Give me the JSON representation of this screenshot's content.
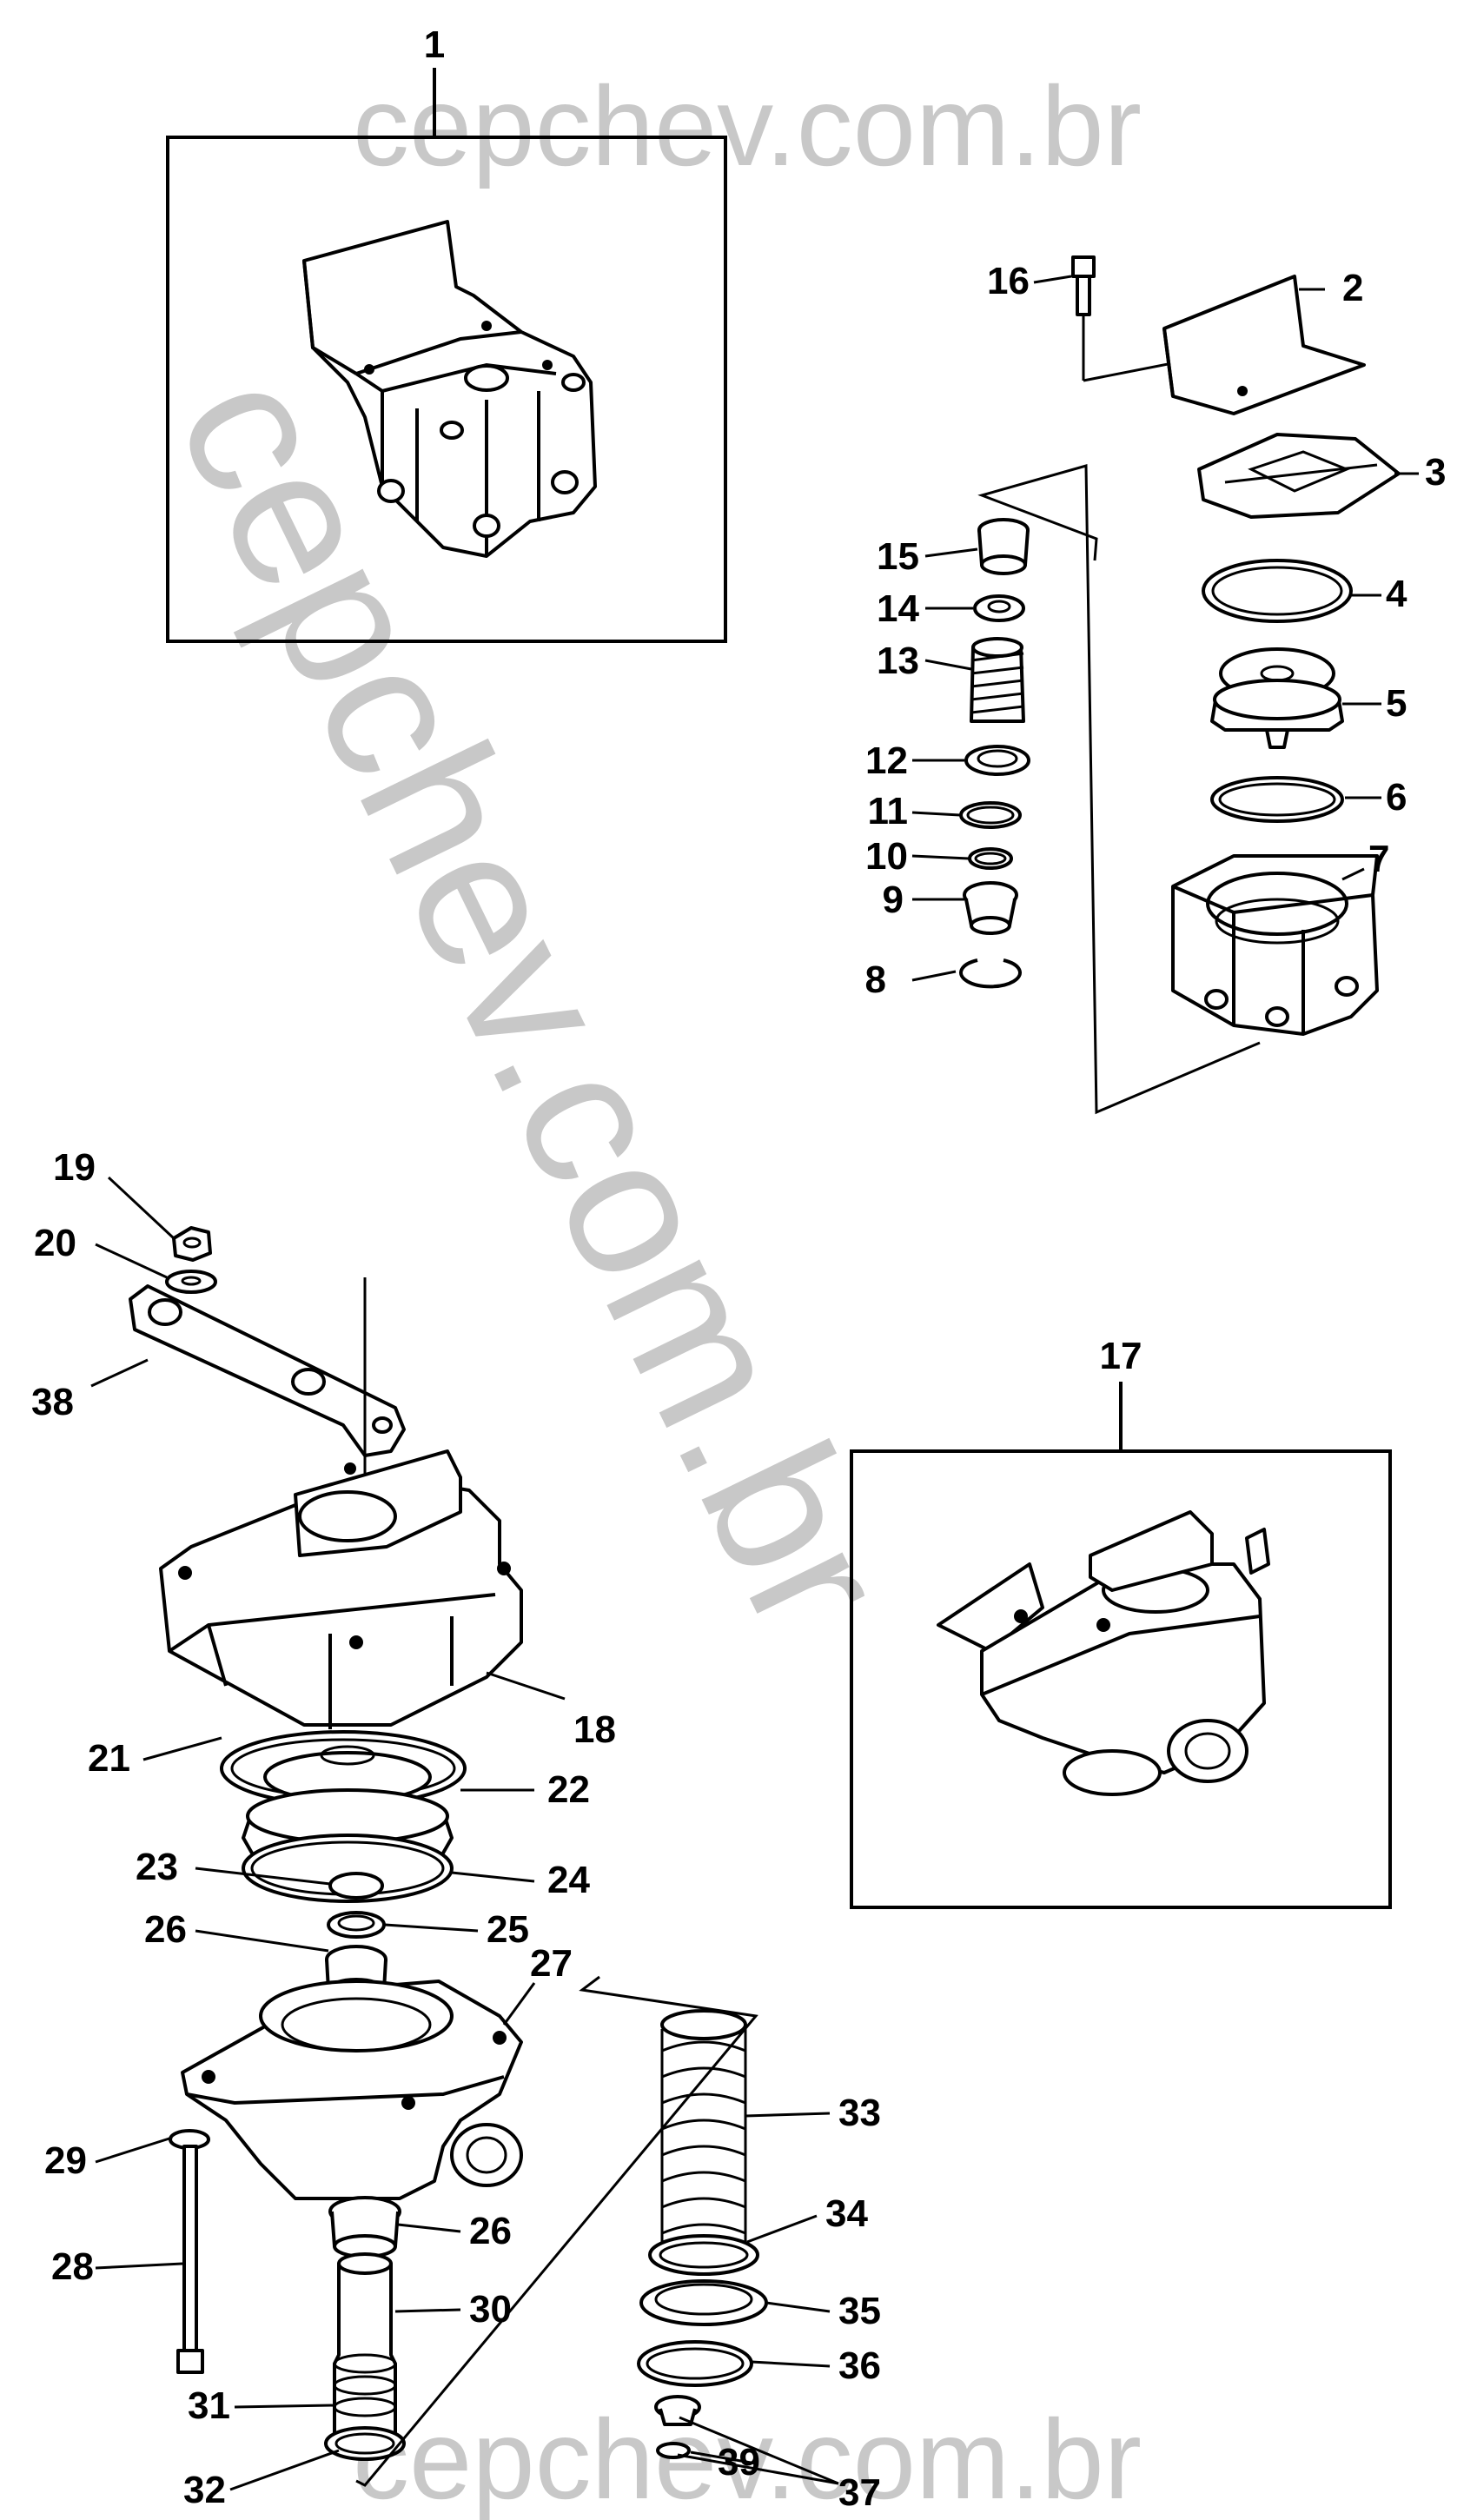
{
  "watermark": {
    "top": "cepchev.com.br",
    "diagonal": "cepchev.com.br",
    "bottom": "cepchev.com.br"
  },
  "callouts": {
    "c1": "1",
    "c2": "2",
    "c3": "3",
    "c4": "4",
    "c5": "5",
    "c6": "6",
    "c7": "7",
    "c8": "8",
    "c9": "9",
    "c10": "10",
    "c11": "11",
    "c12": "12",
    "c13": "13",
    "c14": "14",
    "c15": "15",
    "c16": "16",
    "c17": "17",
    "c18": "18",
    "c19": "19",
    "c20": "20",
    "c21": "21",
    "c22": "22",
    "c23": "23",
    "c24": "24",
    "c25": "25",
    "c26a": "26",
    "c26b": "26",
    "c27": "27",
    "c28": "28",
    "c29": "29",
    "c30": "30",
    "c31": "31",
    "c32": "32",
    "c33": "33",
    "c34": "34",
    "c35": "35",
    "c36": "36",
    "c37": "37",
    "c38": "38",
    "c39": "39"
  }
}
